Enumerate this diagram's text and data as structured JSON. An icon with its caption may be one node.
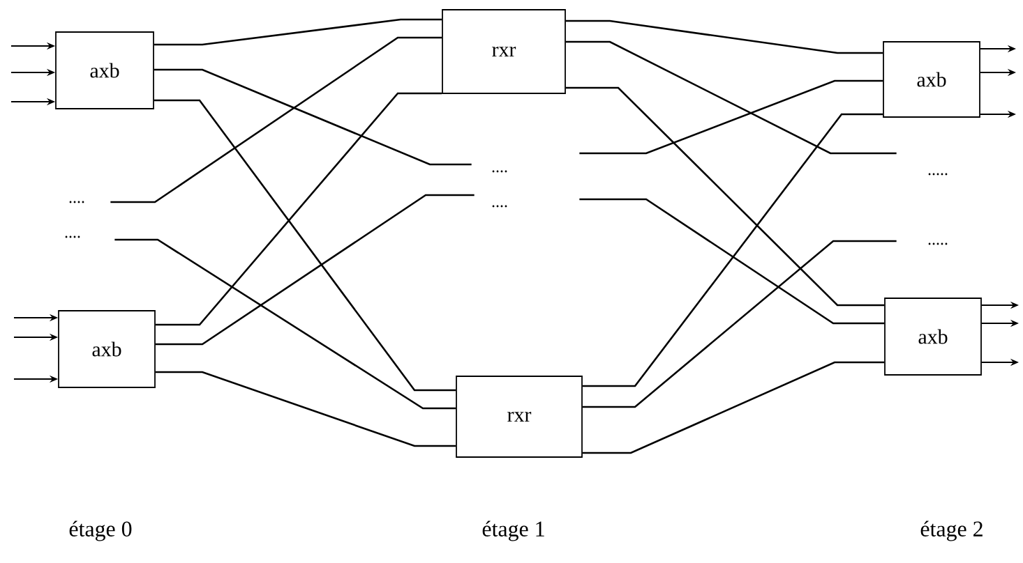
{
  "diagram": {
    "nodes": [
      {
        "text": [
          "axb"
        ]
      },
      {
        "text": [
          "axb"
        ]
      },
      {
        "text": [
          "rxr"
        ]
      },
      {
        "text": [
          "rxr"
        ]
      },
      {
        "text": [
          "axb"
        ]
      },
      {
        "text": [
          "axb"
        ]
      },
      {
        "text": [
          "...."
        ]
      },
      {
        "text": [
          "...."
        ]
      },
      {
        "text": [
          "...."
        ]
      },
      {
        "text": [
          "...."
        ]
      },
      {
        "text": [
          "....."
        ]
      },
      {
        "text": [
          "....."
        ]
      }
    ],
    "edges": [
      {
        "from": null,
        "to": 0,
        "arrow": "to"
      },
      {
        "from": null,
        "to": 0,
        "arrow": "to"
      },
      {
        "from": null,
        "to": 0,
        "arrow": "to"
      },
      {
        "from": null,
        "to": 1,
        "arrow": "to"
      },
      {
        "from": null,
        "to": 1,
        "arrow": "to"
      },
      {
        "from": null,
        "to": 1,
        "arrow": "to"
      },
      {
        "from": 0,
        "to": 2,
        "arrow": "none"
      },
      {
        "from": 0,
        "to": 8,
        "arrow": "none"
      },
      {
        "from": 0,
        "to": 3,
        "arrow": "none"
      },
      {
        "from": 6,
        "to": 2,
        "arrow": "none"
      },
      {
        "from": 7,
        "to": 3,
        "arrow": "none"
      },
      {
        "from": 1,
        "to": 2,
        "arrow": "none"
      },
      {
        "from": 1,
        "to": 9,
        "arrow": "none"
      },
      {
        "from": 1,
        "to": 3,
        "arrow": "none"
      },
      {
        "from": 2,
        "to": 4,
        "arrow": "none"
      },
      {
        "from": 2,
        "to": 10,
        "arrow": "none"
      },
      {
        "from": 2,
        "to": 5,
        "arrow": "none"
      },
      {
        "from": 8,
        "to": 4,
        "arrow": "none"
      },
      {
        "from": 9,
        "to": 5,
        "arrow": "none"
      },
      {
        "from": 3,
        "to": 4,
        "arrow": "none"
      },
      {
        "from": 3,
        "to": 11,
        "arrow": "none"
      },
      {
        "from": 3,
        "to": 5,
        "arrow": "none"
      },
      {
        "from": 4,
        "to": null,
        "arrow": "to"
      },
      {
        "from": 4,
        "to": null,
        "arrow": "to"
      },
      {
        "from": 4,
        "to": null,
        "arrow": "to"
      },
      {
        "from": 5,
        "to": null,
        "arrow": "to"
      },
      {
        "from": 5,
        "to": null,
        "arrow": "to"
      },
      {
        "from": 5,
        "to": null,
        "arrow": "to"
      }
    ],
    "labels": [
      "étage 0",
      "étage 1",
      "étage 2"
    ]
  }
}
